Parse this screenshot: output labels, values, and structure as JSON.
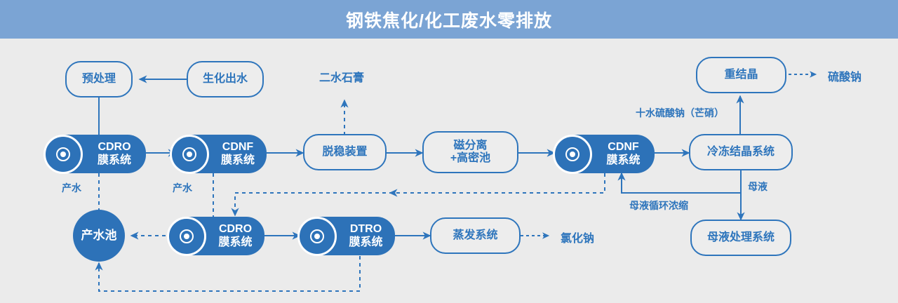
{
  "header": {
    "title": "钢铁焦化/化工废水零排放",
    "bg": "#7ba4d4"
  },
  "theme": {
    "background": "#ebebeb",
    "accent": "#2e75bc",
    "node_fill": "#2d72b8",
    "node_text_light": "#ffffff"
  },
  "nodes": {
    "pretreatment": {
      "label": "预处理",
      "type": "outline"
    },
    "bio_effluent": {
      "label": "生化出水",
      "type": "outline"
    },
    "cdro1": {
      "label": "CDRO\n膜系统",
      "type": "filled",
      "icon": "membrane-disc-icon"
    },
    "cdnf1": {
      "label": "CDNF\n膜系统",
      "type": "filled",
      "icon": "membrane-disc-icon"
    },
    "destabilizer": {
      "label": "脱稳装置",
      "type": "outline"
    },
    "magnetic": {
      "label": "磁分离\n+高密池",
      "type": "outline"
    },
    "cdnf2": {
      "label": "CDNF\n膜系统",
      "type": "filled",
      "icon": "membrane-disc-icon"
    },
    "freeze_cryst": {
      "label": "冷冻结晶系统",
      "type": "outline"
    },
    "recrystallize": {
      "label": "重结晶",
      "type": "outline"
    },
    "water_pool": {
      "label": "产水池",
      "type": "circle"
    },
    "cdro2": {
      "label": "CDRO\n膜系统",
      "type": "filled",
      "icon": "membrane-disc-icon"
    },
    "dtro": {
      "label": "DTRO\n膜系统",
      "type": "filled",
      "icon": "membrane-disc-icon"
    },
    "evaporation": {
      "label": "蒸发系统",
      "type": "outline"
    },
    "mother_liquor": {
      "label": "母液处理系统",
      "type": "outline"
    }
  },
  "terminals": {
    "gypsum": "二水石膏",
    "sodium_sulfate": "硫酸钠",
    "sodium_chloride": "氯化钠"
  },
  "edge_labels": {
    "product_water_1": "产水",
    "product_water_2": "产水",
    "glauber_salt": "十水硫酸钠（芒硝）",
    "mother_liquor": "母液",
    "ml_recirculate": "母液循环浓缩"
  },
  "chart_data": {
    "type": "flow-diagram",
    "title": "钢铁焦化/化工废水零排放",
    "flow_edges": [
      {
        "from": "生化出水",
        "to": "预处理",
        "style": "solid",
        "label": ""
      },
      {
        "from": "预处理",
        "to": "CDRO膜系统",
        "style": "solid",
        "label": ""
      },
      {
        "from": "CDRO膜系统",
        "to": "CDNF膜系统",
        "style": "solid",
        "label": ""
      },
      {
        "from": "CDNF膜系统",
        "to": "脱稳装置",
        "style": "solid",
        "label": ""
      },
      {
        "from": "脱稳装置",
        "to": "二水石膏",
        "style": "dashed",
        "label": ""
      },
      {
        "from": "脱稳装置",
        "to": "磁分离+高密池",
        "style": "solid",
        "label": ""
      },
      {
        "from": "磁分离+高密池",
        "to": "CDNF膜系统(2)",
        "style": "solid",
        "label": ""
      },
      {
        "from": "CDNF膜系统(2)",
        "to": "冷冻结晶系统",
        "style": "solid",
        "label": ""
      },
      {
        "from": "冷冻结晶系统",
        "to": "重结晶",
        "style": "solid",
        "label": "十水硫酸钠（芒硝）"
      },
      {
        "from": "重结晶",
        "to": "硫酸钠",
        "style": "dashed",
        "label": ""
      },
      {
        "from": "冷冻结晶系统",
        "to": "母液处理系统",
        "style": "solid",
        "label": "母液"
      },
      {
        "from": "母液处理系统",
        "to": "CDNF膜系统(2)",
        "style": "solid",
        "label": "母液循环浓缩"
      },
      {
        "from": "CDRO膜系统",
        "to": "产水池",
        "style": "dashed",
        "label": "产水"
      },
      {
        "from": "CDNF膜系统",
        "to": "CDRO膜系统(2)",
        "style": "dashed",
        "label": "产水"
      },
      {
        "from": "CDRO膜系统(2)",
        "to": "产水池",
        "style": "dashed",
        "label": ""
      },
      {
        "from": "CDRO膜系统(2)",
        "to": "DTRO膜系统",
        "style": "solid",
        "label": ""
      },
      {
        "from": "DTRO膜系统",
        "to": "蒸发系统",
        "style": "solid",
        "label": ""
      },
      {
        "from": "蒸发系统",
        "to": "氯化钠",
        "style": "dashed",
        "label": ""
      },
      {
        "from": "DTRO膜系统",
        "to": "产水池",
        "style": "dashed",
        "label": ""
      },
      {
        "from": "CDNF膜系统(2)",
        "to": "CDRO膜系统(2)",
        "style": "dashed",
        "label": ""
      }
    ]
  }
}
